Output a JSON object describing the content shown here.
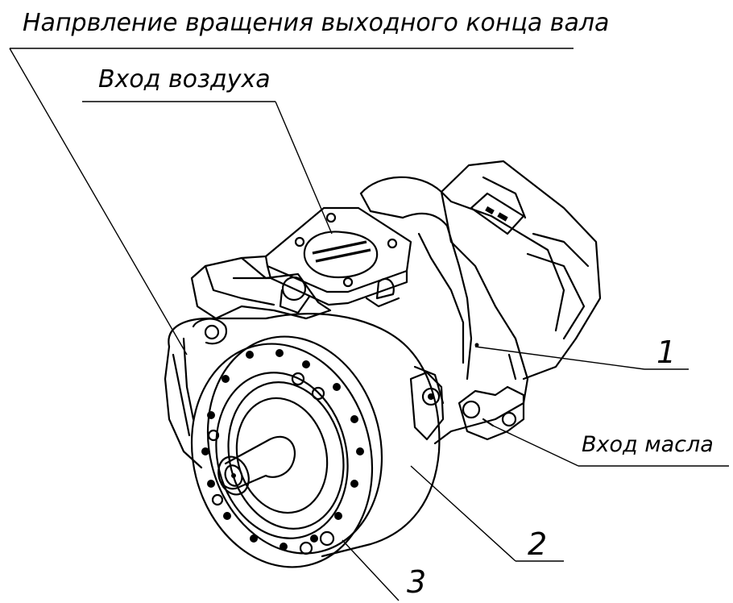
{
  "labels": {
    "rotation_direction": "Напрвление вращения выходного конца вала",
    "air_inlet": "Вход воздуха",
    "oil_inlet": "Вход масла",
    "part_1": "1",
    "part_2": "2",
    "part_3": "3"
  },
  "colors": {
    "ink": "#000000",
    "paper": "#ffffff"
  }
}
